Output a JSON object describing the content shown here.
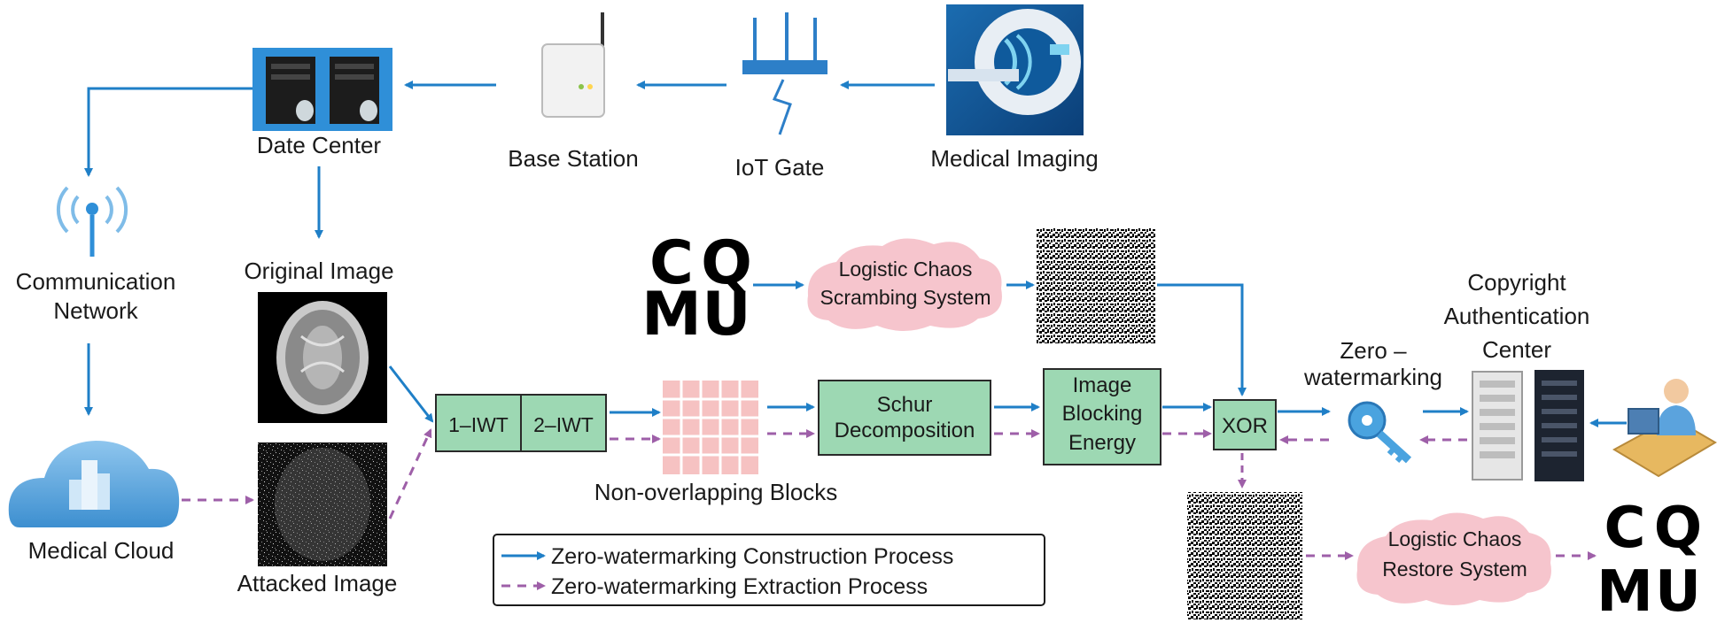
{
  "colors": {
    "construction": "#1f7fc7",
    "extraction": "#9e5fa8",
    "process_box": "#9dd8b3",
    "cloud_pink": "#f6c5cd"
  },
  "top_chain": {
    "medical_imaging": "Medical Imaging",
    "iot_gate": "IoT Gate",
    "base_station": "Base Station",
    "data_center": "Date Center"
  },
  "left": {
    "communication_network": [
      "Communication",
      "Network"
    ],
    "medical_cloud": "Medical Cloud",
    "original_image": "Original Image",
    "attacked_image": "Attacked Image"
  },
  "watermark": {
    "letters": [
      "C",
      "Q",
      "M",
      "U"
    ]
  },
  "process": {
    "iwt1": "1–IWT",
    "iwt2": "2–IWT",
    "blocks_label": "Non-overlapping Blocks",
    "schur": [
      "Schur",
      "Decomposition"
    ],
    "blocking_energy": [
      "Image",
      "Blocking",
      "Energy"
    ],
    "xor": "XOR",
    "scramble_system": [
      "Logistic Chaos",
      "Scrambing System"
    ],
    "restore_system": [
      "Logistic Chaos",
      "Restore System"
    ]
  },
  "right": {
    "zero_watermarking": [
      "Zero –",
      "watermarking"
    ],
    "copyright_center": [
      "Copyright",
      "Authentication",
      "Center"
    ]
  },
  "legend": {
    "construction": "Zero-watermarking Construction Process",
    "extraction": "Zero-watermarking Extraction Process"
  }
}
